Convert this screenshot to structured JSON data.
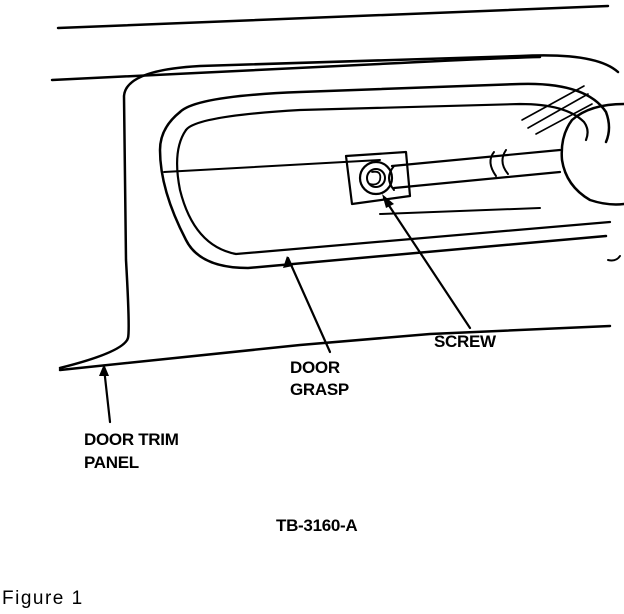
{
  "labels": {
    "screw": "SCREW",
    "door_grasp": [
      "DOOR",
      "GRASP"
    ],
    "door_trim_panel": [
      "DOOR TRIM",
      "PANEL"
    ]
  },
  "figure_code": "TB-3160-A",
  "caption": "Figure 1"
}
